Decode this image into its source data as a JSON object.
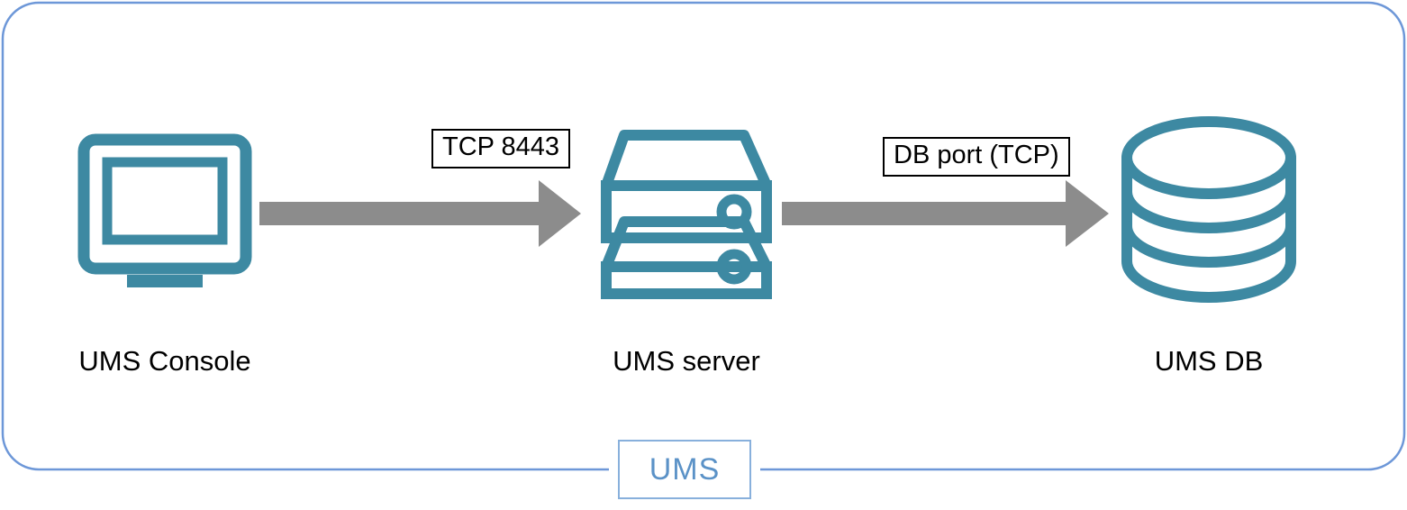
{
  "diagram": {
    "type": "network-flow",
    "boundary": {
      "label": "UMS",
      "border_color": "#6d97d8",
      "fill_color": "#ffffff",
      "corner_radius": 40
    },
    "colors": {
      "icon_teal": "#3d89a2",
      "arrow_gray": "#8c8c8c",
      "label_border": "#000000",
      "label_text": "#000000",
      "boundary_blue": "#6d97d8",
      "badge_text_blue": "#5b92c7"
    },
    "nodes": [
      {
        "id": "ums-console",
        "label": "UMS Console",
        "icon": "monitor-icon"
      },
      {
        "id": "ums-server",
        "label": "UMS server",
        "icon": "server-rack-icon"
      },
      {
        "id": "ums-db",
        "label": "UMS DB",
        "icon": "database-cylinder-icon"
      }
    ],
    "connections": [
      {
        "id": "console-to-server",
        "from": "ums-console",
        "to": "ums-server",
        "label": "TCP 8443",
        "direction": "right",
        "style": "block-arrow"
      },
      {
        "id": "server-to-db",
        "from": "ums-server",
        "to": "ums-db",
        "label": "DB port (TCP)",
        "direction": "right",
        "style": "block-arrow"
      }
    ]
  }
}
